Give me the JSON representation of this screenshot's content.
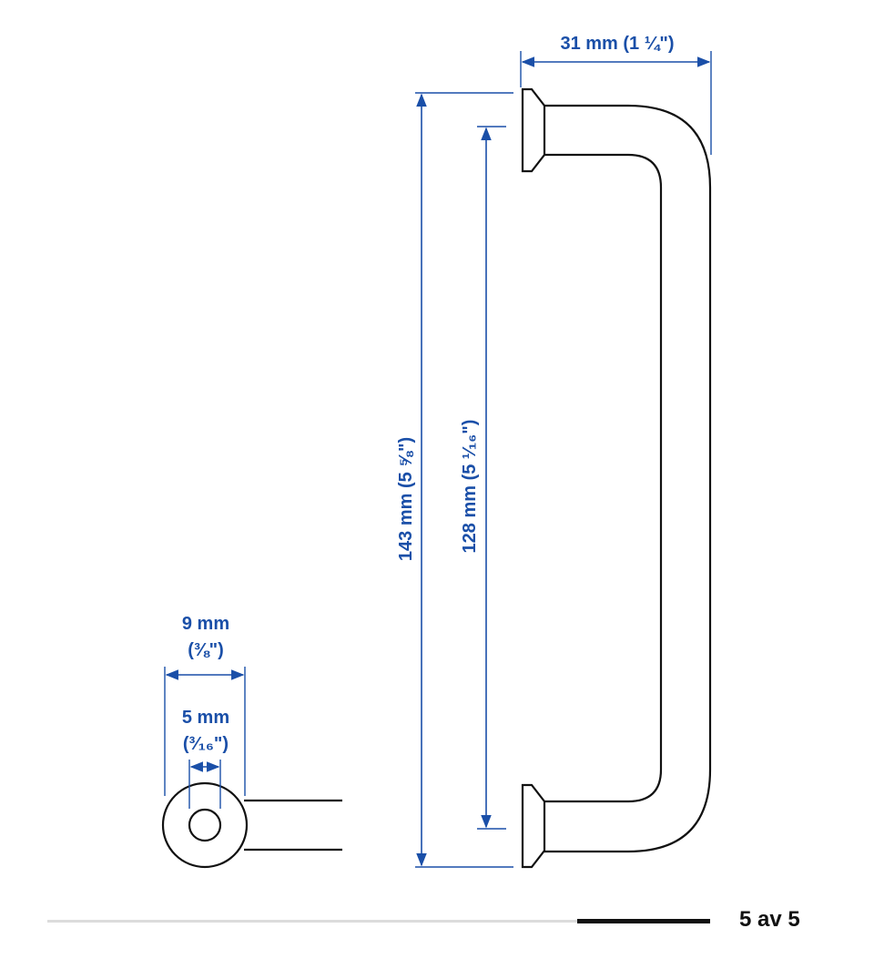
{
  "colors": {
    "dimension": "#1a4fa8",
    "outline": "#111111",
    "track": "#dcdcdc",
    "track_active": "#111111"
  },
  "dimensions": {
    "width_label": "31 mm (1 ¼\")",
    "total_length_label": "143 mm (5 ⅝\")",
    "hole_spacing_label": "128 mm (5 ¹⁄₁₆\")",
    "outer_diameter_mm": "9 mm",
    "outer_diameter_in": "(⅜\")",
    "inner_diameter_mm": "5 mm",
    "inner_diameter_in": "(³⁄₁₆\")"
  },
  "carousel": {
    "position_label": "5 av 5",
    "current": 5,
    "total": 5
  }
}
